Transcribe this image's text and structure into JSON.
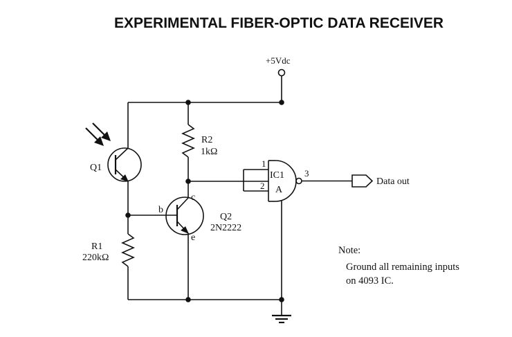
{
  "title": "EXPERIMENTAL FIBER-OPTIC DATA RECEIVER",
  "supply_label": "+5Vdc",
  "components": {
    "q1": {
      "ref": "Q1"
    },
    "r2": {
      "ref": "R2",
      "value": "1kΩ"
    },
    "q2": {
      "ref": "Q2",
      "part": "2N2222",
      "pin_b": "b",
      "pin_c": "c",
      "pin_e": "e"
    },
    "r1": {
      "ref": "R1",
      "value": "220kΩ"
    },
    "ic1": {
      "ref": "IC1",
      "unit": "A",
      "pin_in1": "1",
      "pin_in2": "2",
      "pin_out": "3"
    }
  },
  "output_label": "Data out",
  "note": {
    "heading": "Note:",
    "line1": "Ground all remaining inputs",
    "line2": "on 4093 IC."
  },
  "icons": [
    "light-arrows-icon",
    "ground-icon",
    "output-connector-icon",
    "supply-terminal-icon"
  ]
}
